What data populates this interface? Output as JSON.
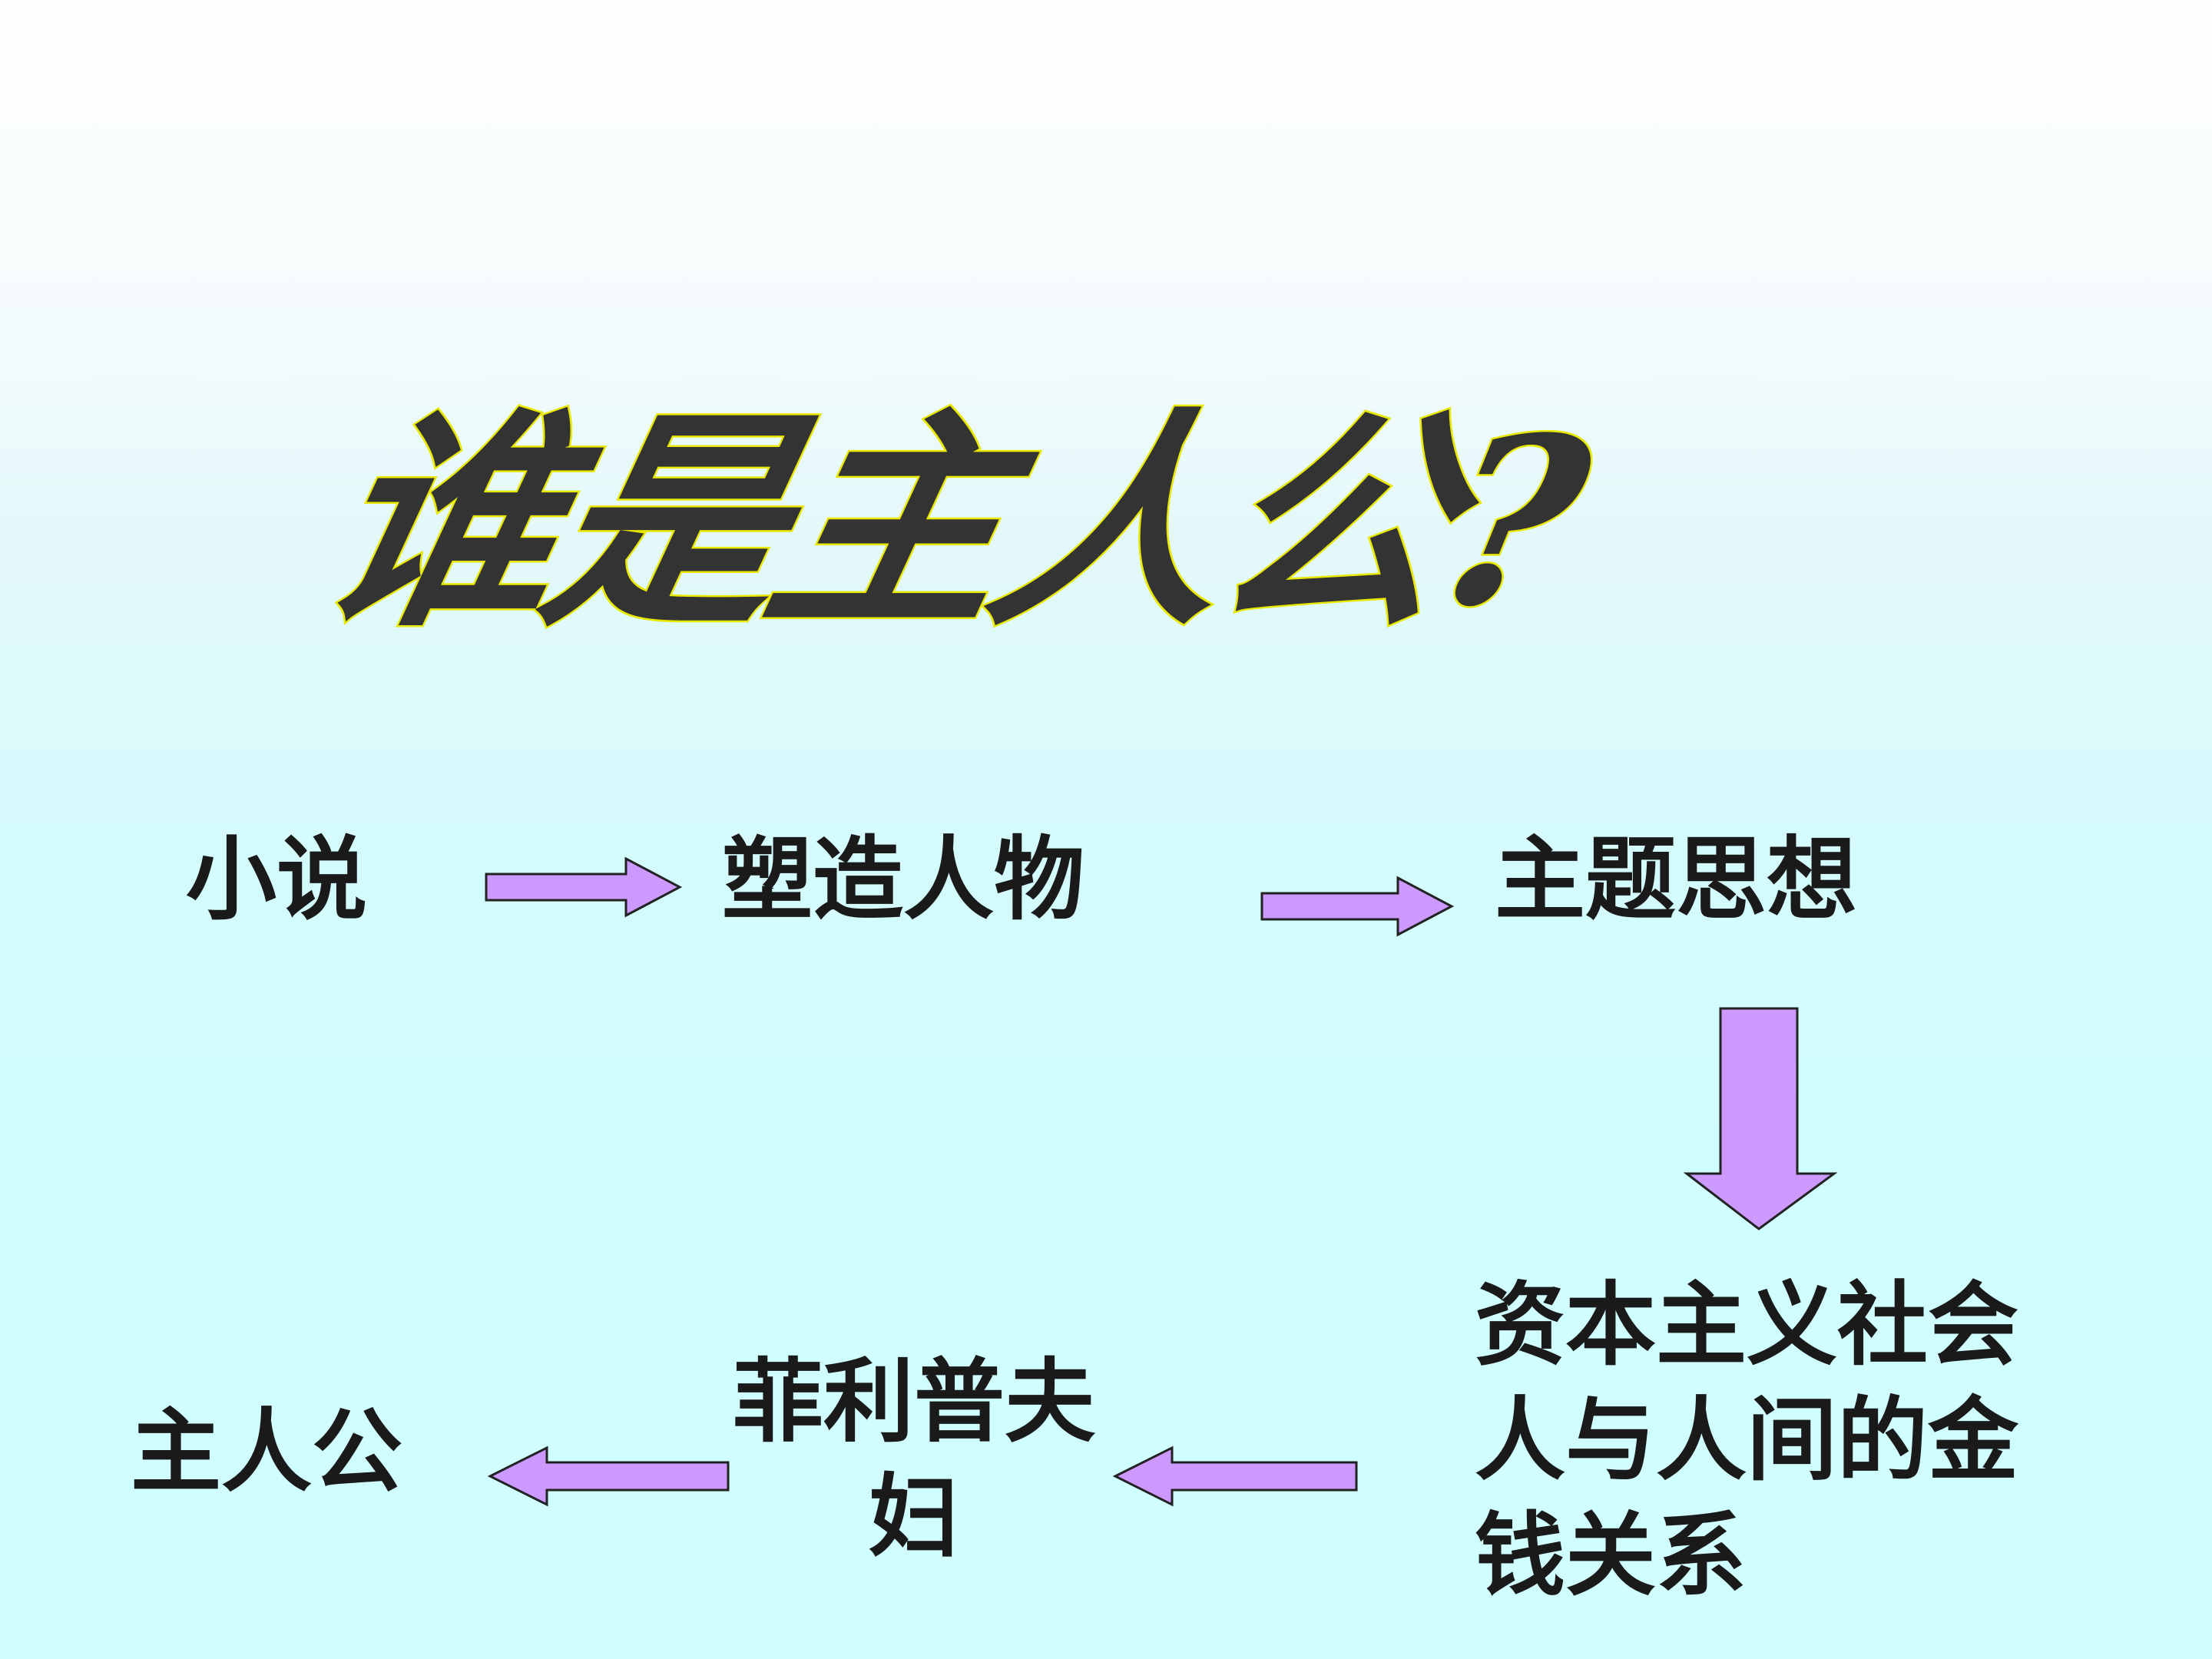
{
  "title": "谁是主人公?",
  "nodes": {
    "novel": "小说",
    "shape_characters": "塑造人物",
    "theme": "主题思想",
    "society": "资本主义社会人与人间的金钱关系",
    "couple": "菲利普夫妇",
    "protagonist": "主人公"
  },
  "colors": {
    "arrow_fill": "#cc99ff",
    "arrow_stroke": "#222222",
    "title_fill": "#333333",
    "title_outline": "#e8e800",
    "text": "#1a1a1a"
  }
}
